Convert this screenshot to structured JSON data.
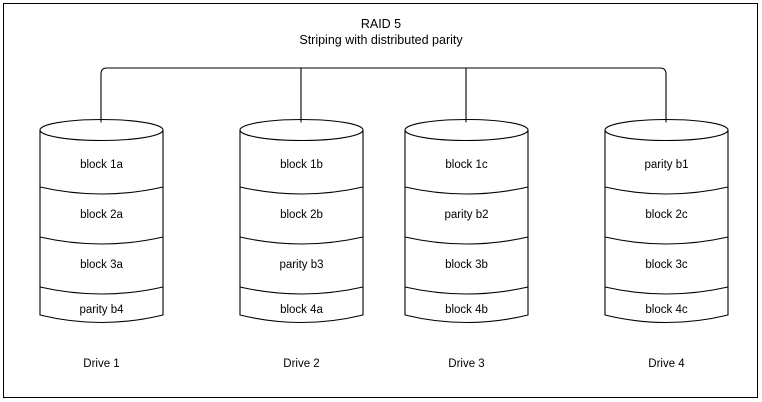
{
  "diagram": {
    "title": "RAID 5",
    "subtitle": "Striping with distributed parity",
    "drives": [
      {
        "label": "Drive 1",
        "blocks": [
          "block 1a",
          "block 2a",
          "block 3a",
          "parity b4"
        ]
      },
      {
        "label": "Drive 2",
        "blocks": [
          "block 1b",
          "block 2b",
          "parity b3",
          "block 4a"
        ]
      },
      {
        "label": "Drive 3",
        "blocks": [
          "block 1c",
          "parity b2",
          "block 3b",
          "block 4b"
        ]
      },
      {
        "label": "Drive 4",
        "blocks": [
          "parity b1",
          "block 2c",
          "block 3c",
          "block 4c"
        ]
      }
    ],
    "colors": {
      "stroke": "#000000",
      "background": "#ffffff",
      "text": "#000000"
    }
  }
}
